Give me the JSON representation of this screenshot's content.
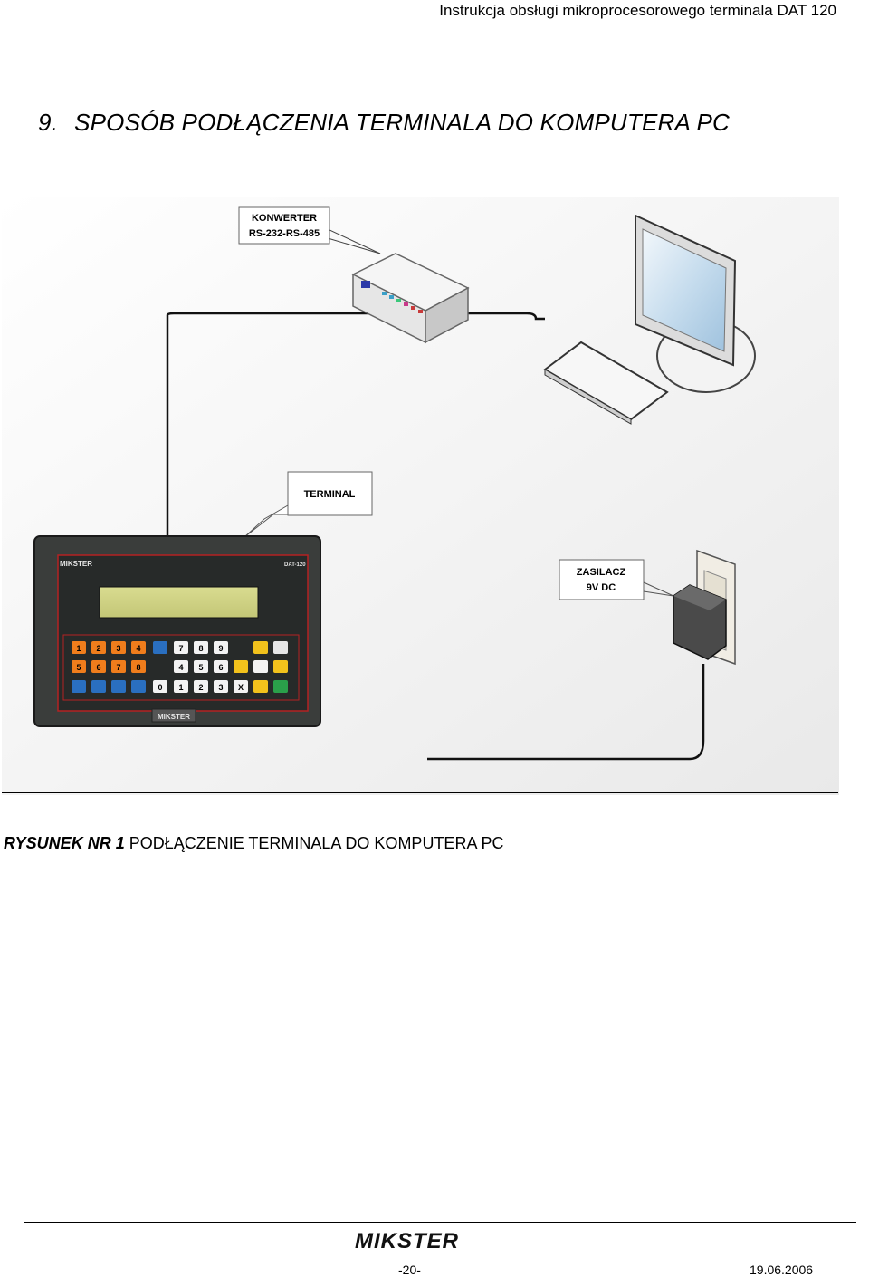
{
  "header": {
    "running_title": "Instrukcja obsługi mikroprocesorowego terminala DAT 120"
  },
  "section": {
    "number": "9.",
    "title": "SPOSÓB PODŁĄCZENIA TERMINALA DO KOMPUTERA PC"
  },
  "figure": {
    "labels": {
      "converter_line1": "KONWERTER",
      "converter_line2": "RS-232-RS-485",
      "terminal": "TERMINAL",
      "psu_line1": "ZASILACZ",
      "psu_line2": "9V DC"
    },
    "device": {
      "brand": "MIKSTER",
      "model": "DAT-120",
      "bottom_brand": "MIKSTER"
    },
    "keypad_row1": [
      "1",
      "2",
      "3",
      "4",
      "",
      "7",
      "8",
      "9"
    ],
    "keypad_row2": [
      "5",
      "6",
      "7",
      "8",
      "",
      "4",
      "5",
      "6"
    ],
    "keypad_row3": [
      "",
      "",
      "",
      "",
      "0",
      "1",
      "2",
      "3",
      "X"
    ]
  },
  "caption": {
    "label": "RYSUNEK NR 1",
    "text": " PODŁĄCZENIE TERMINALA DO KOMPUTERA PC"
  },
  "footer": {
    "logo_text": "MIKSTER",
    "page_number": "-20-",
    "date": "19.06.2006"
  }
}
